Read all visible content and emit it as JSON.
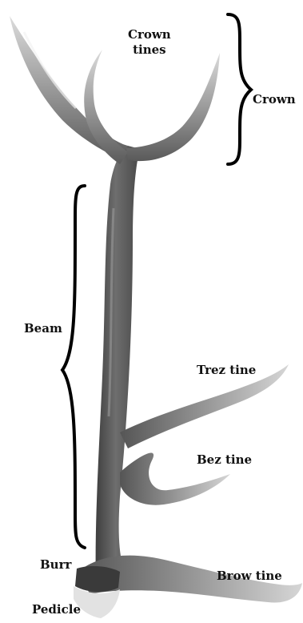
{
  "labels": {
    "crown_tines_line1": "Crown",
    "crown_tines_line2": "tines",
    "crown": "Crown",
    "beam": "Beam",
    "trez_tine": "Trez tine",
    "bez_tine": "Bez tine",
    "brow_tine": "Brow tine",
    "burr": "Burr",
    "pedicle": "Pedicle"
  },
  "colors": {
    "antler_dark": "#4a4a4a",
    "antler_mid": "#7a7a7a",
    "antler_light": "#c8c8c8",
    "bracket": "#000000",
    "text": "#111111"
  }
}
